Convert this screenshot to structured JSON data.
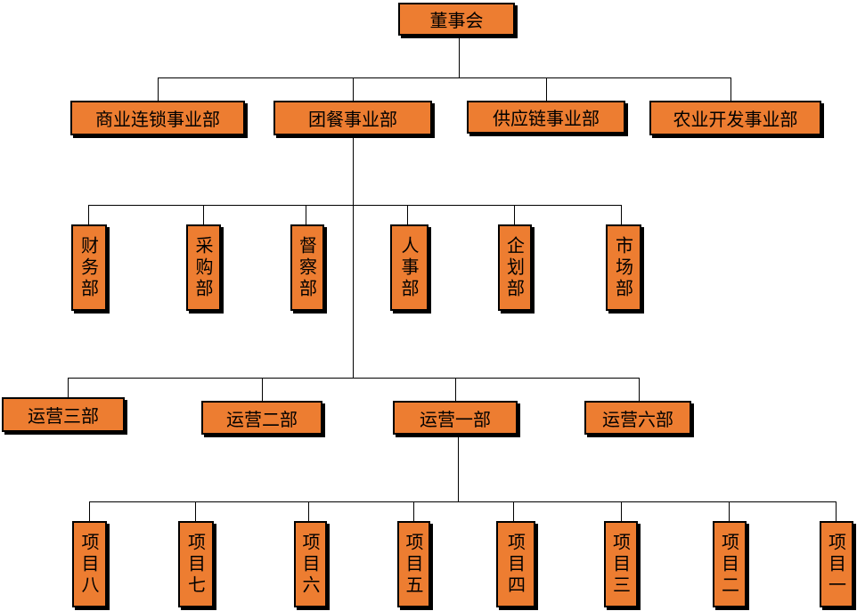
{
  "colors": {
    "box_fill": "#ED7D31",
    "box_border": "#000000",
    "line": "#000000"
  },
  "board": "董事会",
  "divisions": [
    "商业连锁事业部",
    "团餐事业部",
    "供应链事业部",
    "农业开发事业部"
  ],
  "departments": [
    "财务部",
    "采购部",
    "督察部",
    "人事部",
    "企划部",
    "市场部"
  ],
  "operations": [
    "运营三部",
    "运营二部",
    "运营一部",
    "运营六部"
  ],
  "projects": [
    "项目八",
    "项目七",
    "项目六",
    "项目五",
    "项目四",
    "项目三",
    "项目二",
    "项目一"
  ]
}
